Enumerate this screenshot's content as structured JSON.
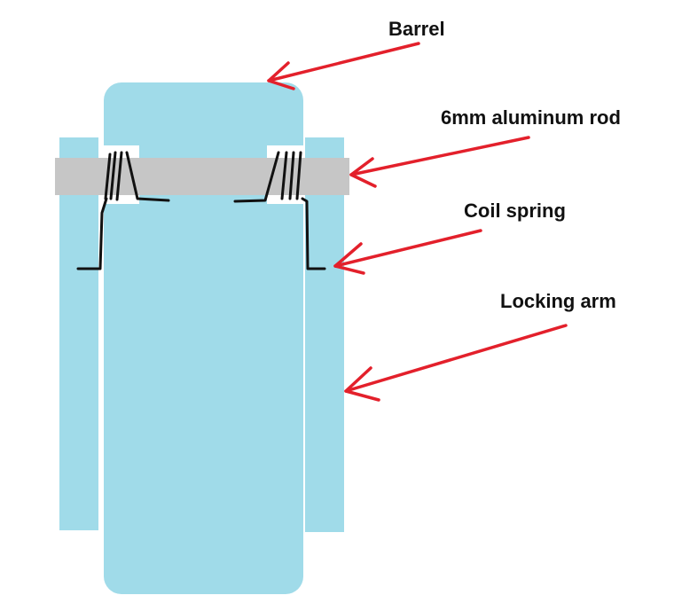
{
  "labels": {
    "barrel": "Barrel",
    "rod": "6mm aluminum rod",
    "spring": "Coil spring",
    "arm": "Locking arm"
  },
  "colors": {
    "part_fill": "#a0dbe9",
    "rod_fill": "#c6c6c6",
    "arrow": "#e3202b",
    "spring_ink": "#111111"
  },
  "parts": [
    "barrel",
    "aluminum-rod",
    "coil-spring-left",
    "coil-spring-right",
    "locking-arm-left",
    "locking-arm-right"
  ]
}
